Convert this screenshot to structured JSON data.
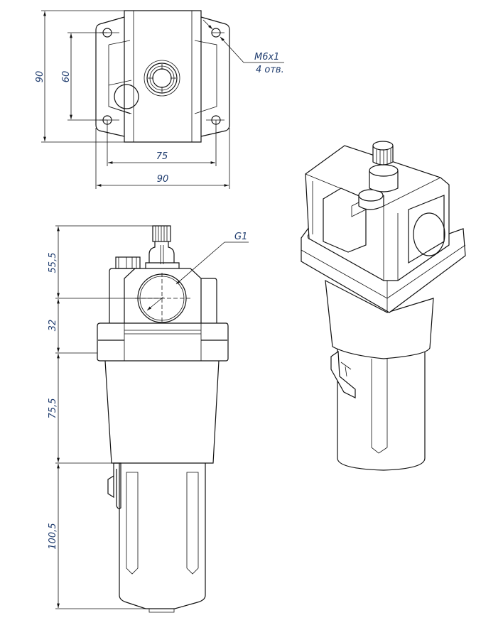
{
  "top_view": {
    "dim_height": "90",
    "dim_hole_spacing_vertical": "60",
    "dim_hole_spacing_horizontal": "75",
    "dim_width": "90",
    "thread_label": "M6x1",
    "hole_count_label": "4 отв."
  },
  "front_view": {
    "dim_top": "55,5",
    "dim_port": "32",
    "dim_bowl": "75,5",
    "dim_lower": "100,5",
    "port_label": "G1"
  },
  "colors": {
    "line": "#111111",
    "dimension_text": "#1f3c6e"
  }
}
